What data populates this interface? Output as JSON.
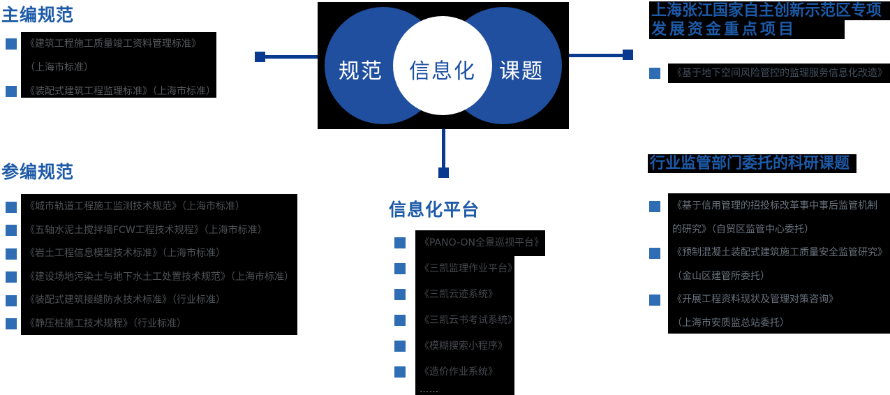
{
  "colors": {
    "heading_blue": "#1d5aa8",
    "venn_circle_blue": "#1f4f9e",
    "venn_center_text_blue": "#1c50a2",
    "connector_blue": "#0a3a8f",
    "bullet_blue": "#2e6db4",
    "highlight_black": "#000000"
  },
  "venn": {
    "left_label": "规范",
    "center_label": "信息化",
    "right_label": "课题"
  },
  "sections": {
    "main_standards": {
      "title": "主编规范",
      "items": [
        {
          "lines": [
            "《建筑工程施工质量竣工资料管理标准》",
            "（上海市标准）"
          ]
        },
        {
          "lines": [
            "《装配式建筑工程监理标准》（上海市标准）"
          ]
        }
      ]
    },
    "co_edited_standards": {
      "title": "参编规范",
      "items": [
        {
          "lines": [
            "《城市轨道工程施工监测技术规范》（上海市标准）"
          ]
        },
        {
          "lines": [
            "《五轴水泥土搅拌墙FCW工程技术规程》（上海市标准）"
          ]
        },
        {
          "lines": [
            "《岩土工程信息模型技术标准》（上海市标准）"
          ]
        },
        {
          "lines": [
            "《建设场地污染土与地下水土工处置技术规范》（上海市标准）"
          ]
        },
        {
          "lines": [
            "《装配式建筑接缝防水技术标准》（行业标准）"
          ]
        },
        {
          "lines": [
            "《静压桩施工技术规程》（行业标准）"
          ]
        }
      ]
    },
    "informatization_platform": {
      "title": "信息化平台",
      "items": [
        {
          "lines": [
            "《PANO-ON全景巡视平台》"
          ]
        },
        {
          "lines": [
            "《三凯监理作业平台》"
          ]
        },
        {
          "lines": [
            "《三凯云迹系统》"
          ]
        },
        {
          "lines": [
            "《三凯云书考试系统》"
          ]
        },
        {
          "lines": [
            "《模糊搜索小程序》"
          ]
        },
        {
          "lines": [
            "《造价作业系统》"
          ]
        }
      ],
      "more": "……"
    },
    "zhangjiang_project": {
      "title_line1": "上海张江国家自主创新示范区专项",
      "title_line2": "发展资金重点项目",
      "items": [
        {
          "lines": [
            "《基于地下空间风险管控的监理服务信息化改造》"
          ]
        }
      ]
    },
    "research_topics": {
      "title": "行业监管部门委托的科研课题",
      "items": [
        {
          "lines": [
            "《基于信用管理的招投标改革事中事后监管机制",
            "的研究》（自贸区监管中心委托）"
          ]
        },
        {
          "lines": [
            "《预制混凝土装配式建筑施工质量安全监管研究》",
            "（金山区建管所委托）"
          ]
        },
        {
          "lines": [
            "《开展工程资料现状及管理对策咨询》",
            "（上海市安质监总站委托）"
          ]
        }
      ]
    }
  }
}
